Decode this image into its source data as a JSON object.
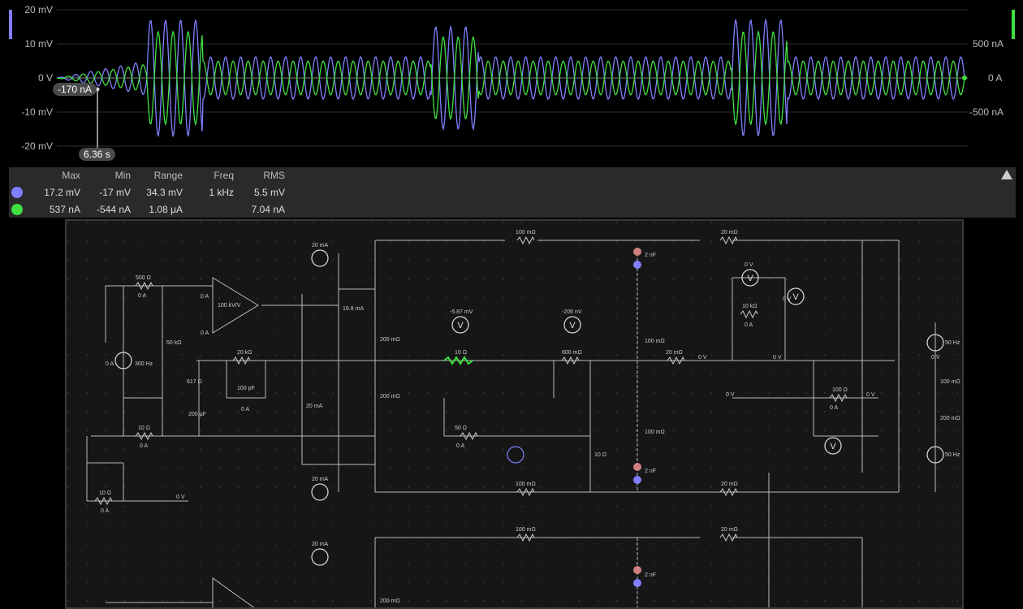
{
  "scope": {
    "left_axis": [
      "20 mV",
      "10 mV",
      "0 V",
      "-10 mV",
      "-20 mV"
    ],
    "right_axis": [
      "500 nA",
      "0 A",
      "-500 nA"
    ],
    "cursor_value": "-170 nA",
    "cursor_time": "6.36 s",
    "trace_colors": {
      "voltage": "#8080ff",
      "current": "#40e040"
    }
  },
  "stats": {
    "headers": [
      "Max",
      "Min",
      "Range",
      "Freq",
      "RMS"
    ],
    "rows": [
      {
        "color": "#8080ff",
        "max": "17.2 mV",
        "min": "-17 mV",
        "range": "34.3 mV",
        "freq": "1 kHz",
        "rms": "5.5 mV"
      },
      {
        "color": "#40e040",
        "max": "537 nA",
        "min": "-544 nA",
        "range": "1.08 μA",
        "freq": "",
        "rms": "7.04 nA"
      }
    ]
  },
  "circuit_labels": {
    "r500a": "500 Ω",
    "oa1": "0 A",
    "oa2": "0 A",
    "opamp": "100 kV/V",
    "oa3": "0 A",
    "src300": "300 Hz",
    "oa4": "0 A",
    "r50k": "50 kΩ",
    "r20k": "20 kΩ",
    "r617": "617 Ω",
    "c100p": "100 pF",
    "oa5": "0 A",
    "c200u": "200 μF",
    "r10a": "10 Ω",
    "oa6": "0 A",
    "r10b": "10 Ω",
    "oa7": "0 A",
    "gnd0v": "0 V",
    "ma20a": "20 mA",
    "ma19": "19.8 mA",
    "ma20b": "20 mA",
    "ma20c": "20 mA",
    "ma20d": "20 mA",
    "r200a": "200 mΩ",
    "r200b": "200 mΩ",
    "r200c": "200 mΩ",
    "r100a": "100 mΩ",
    "r100b": "100 mΩ",
    "r100c": "100 mΩ",
    "vm587": "-5.87 mV",
    "r10c": "10 Ω",
    "vm206": "-206 nV",
    "r600": "600 mΩ",
    "r50": "50 Ω",
    "oa8": "0 A",
    "r10d": "10 Ω",
    "c2na": "2 nF",
    "r100d": "100 mΩ",
    "c2nb": "2 nF",
    "r100e": "100 mΩ",
    "c2nc": "2 nF",
    "r20ma": "20 mΩ",
    "r20mb": "20 mΩ",
    "r20mc": "20 mΩ",
    "r20md": "20 mΩ",
    "v0a": "0 V",
    "v0b": "0 V",
    "v0c": "0 V",
    "v0d": "0 V",
    "v0e": "0 V",
    "v0f": "0 V",
    "v0g": "0 V",
    "r10k": "10 kΩ",
    "oa9": "0 A",
    "r100o": "100 Ω",
    "oa10": "0 A",
    "hz50a": "50 Hz",
    "hz50b": "50 Hz",
    "r100mf": "100 mΩ",
    "r200mf": "200 mΩ"
  }
}
